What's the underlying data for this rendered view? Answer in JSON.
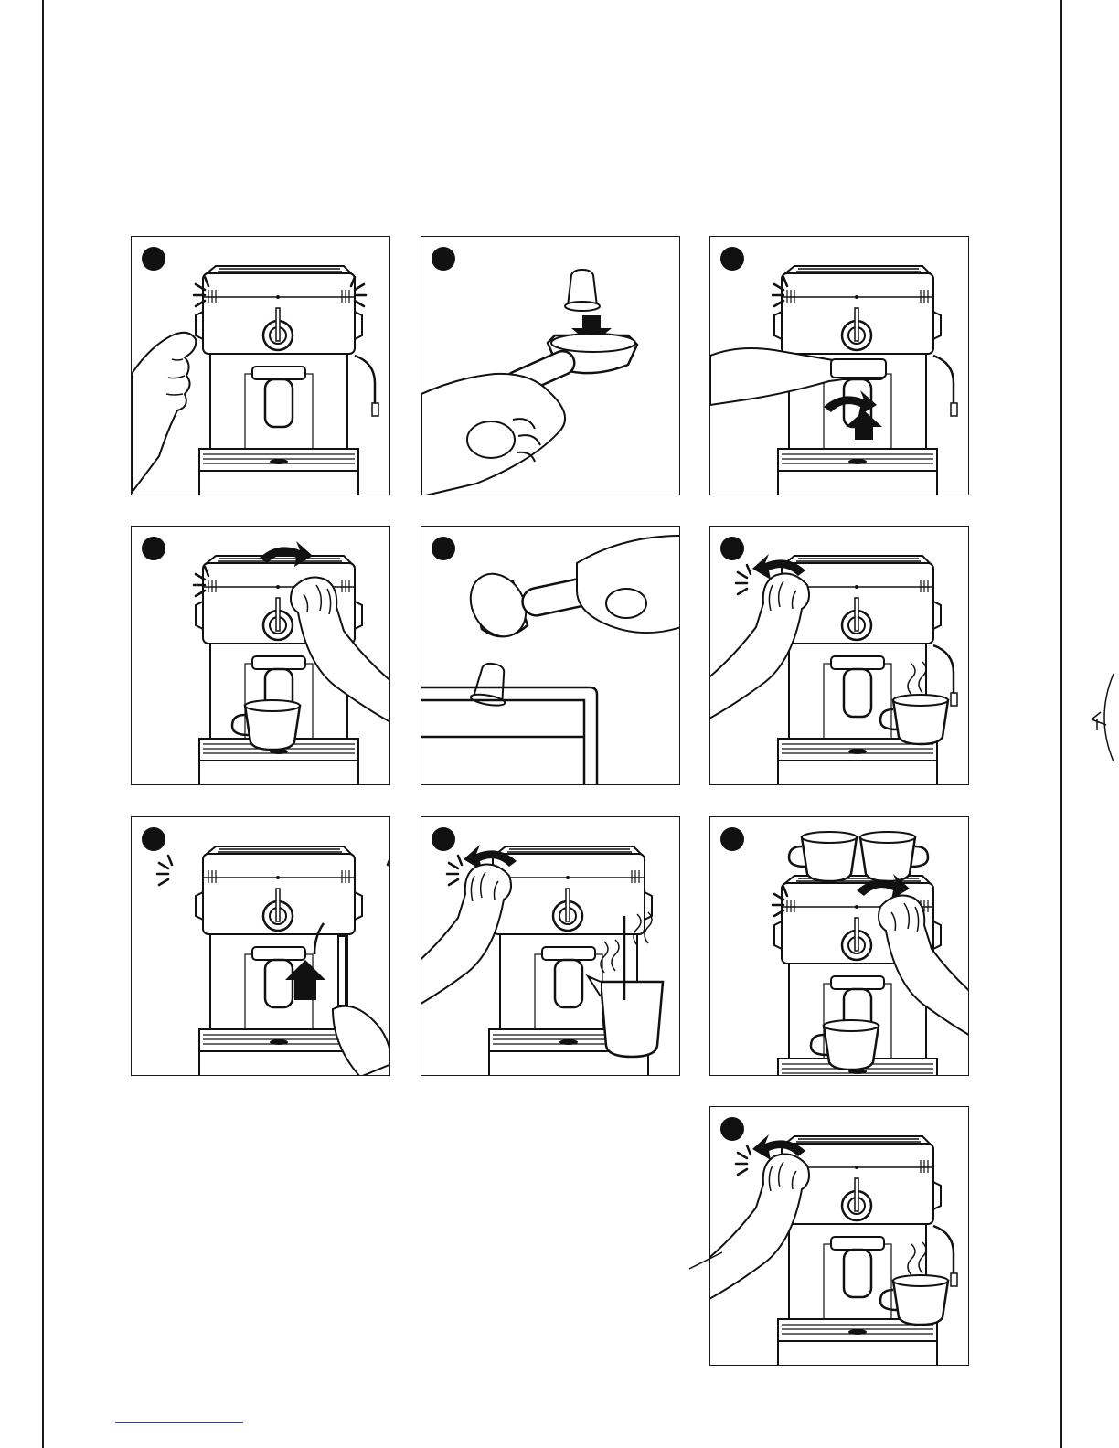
{
  "document": {
    "type": "instruction-illustrations",
    "panel_count": 10
  },
  "panels": [
    {
      "id": "p1",
      "scene": "machine-power-button-press",
      "icons": [
        "hand-icon",
        "espresso-machine-icon",
        "blinking-light-icon"
      ]
    },
    {
      "id": "p2",
      "scene": "insert-capsule-into-holder",
      "icons": [
        "capsule-icon",
        "capsule-holder-icon",
        "down-arrow-icon",
        "hand-icon"
      ]
    },
    {
      "id": "p3",
      "scene": "lock-holder-into-machine",
      "icons": [
        "espresso-machine-icon",
        "capsule-holder-icon",
        "rotate-arrow-icon",
        "up-arrow-icon"
      ]
    },
    {
      "id": "p4",
      "scene": "turn-knob-brew-coffee",
      "icons": [
        "espresso-machine-icon",
        "rotate-arrow-icon",
        "hand-icon",
        "cup-icon"
      ]
    },
    {
      "id": "p5",
      "scene": "eject-used-capsule",
      "icons": [
        "capsule-holder-icon",
        "capsule-icon",
        "bin-icon",
        "hand-icon"
      ]
    },
    {
      "id": "p6",
      "scene": "turn-knob-hot-water",
      "icons": [
        "espresso-machine-icon",
        "rotate-arrow-icon",
        "hand-icon",
        "steaming-cup-icon"
      ]
    },
    {
      "id": "p7",
      "scene": "attach-steam-nozzle",
      "icons": [
        "espresso-machine-icon",
        "up-arrow-icon",
        "hand-icon",
        "nozzle-icon"
      ]
    },
    {
      "id": "p8",
      "scene": "steam-milk-pitcher",
      "icons": [
        "espresso-machine-icon",
        "rotate-arrow-icon",
        "hand-icon",
        "pitcher-icon"
      ]
    },
    {
      "id": "p9",
      "scene": "cup-warmer-and-brew",
      "icons": [
        "espresso-machine-icon",
        "cup-icon",
        "rotate-arrow-icon",
        "hand-icon"
      ]
    },
    {
      "id": "p10",
      "scene": "turn-knob-hot-water-final",
      "icons": [
        "espresso-machine-icon",
        "rotate-arrow-icon",
        "hand-icon",
        "steaming-cup-icon"
      ]
    }
  ]
}
